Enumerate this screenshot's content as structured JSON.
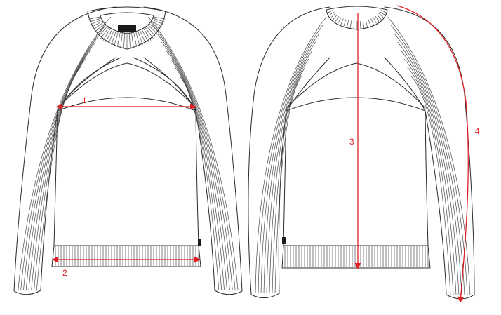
{
  "colors": {
    "outline": "#2b2b2b",
    "rib": "#4a4a4a",
    "tag": "#1a1a1a",
    "measurement": "#e02020"
  },
  "measurements": [
    {
      "id": "chest-width",
      "label": "1"
    },
    {
      "id": "hem-width",
      "label": "2"
    },
    {
      "id": "body-length",
      "label": "3"
    },
    {
      "id": "sleeve-length",
      "label": "4"
    }
  ]
}
